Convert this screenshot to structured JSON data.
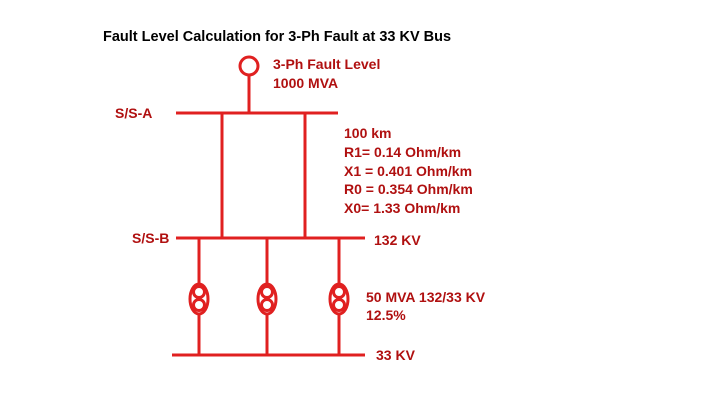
{
  "title": "Fault Level Calculation for 3-Ph Fault at 33 KV Bus",
  "source": {
    "label_line1": "3-Ph Fault Level",
    "label_line2": "1000 MVA"
  },
  "bus_a": {
    "label": "S/S-A"
  },
  "bus_b": {
    "label": "S/S-B",
    "voltage": "132 KV"
  },
  "bus_33": {
    "voltage": "33 KV"
  },
  "line_params": [
    "100 km",
    "R1= 0.14 Ohm/km",
    "X1 = 0.401 Ohm/km",
    "R0 = 0.354 Ohm/km",
    "X0= 1.33 Ohm/km"
  ],
  "transformer": {
    "rating": "50 MVA 132/33 KV",
    "impedance": "12.5%"
  },
  "colors": {
    "line": "#e02020",
    "label": "#b01010",
    "title": "#000000"
  }
}
